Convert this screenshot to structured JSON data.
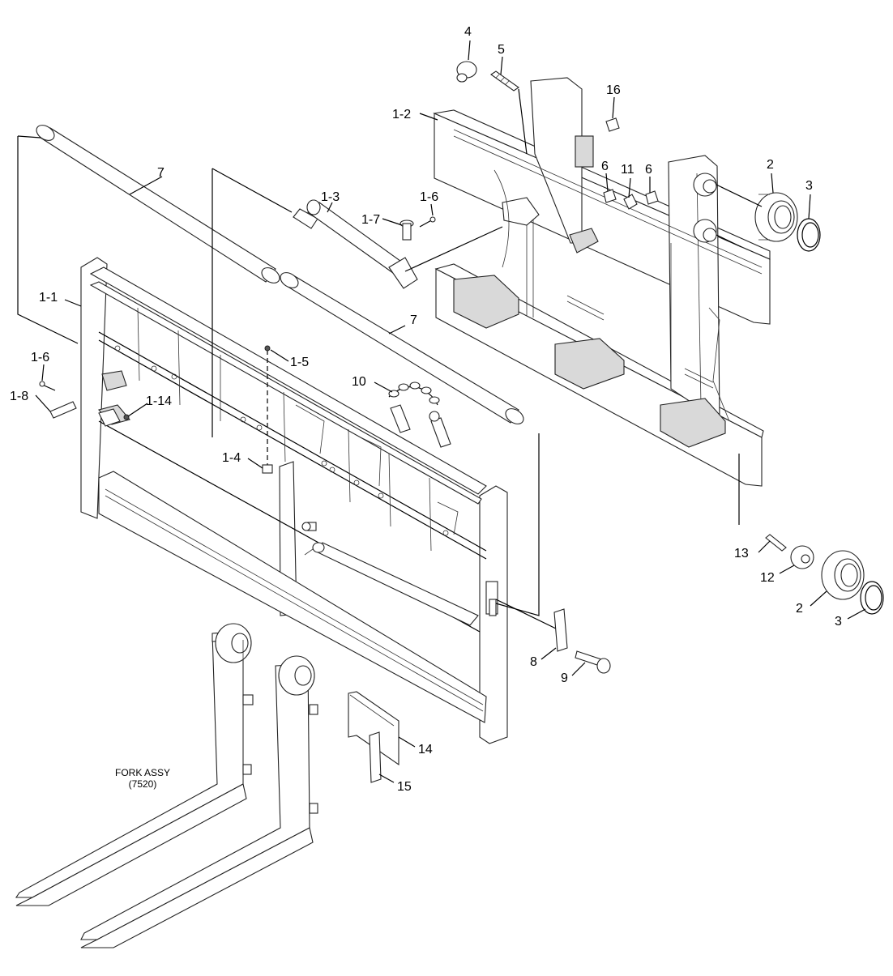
{
  "diagram": {
    "callouts": {
      "c4": "4",
      "c5": "5",
      "c16": "16",
      "c1_2": "1-2",
      "c6a": "6",
      "c11": "11",
      "c6b": "6",
      "c2a": "2",
      "c3a": "3",
      "c7a": "7",
      "c7b": "7",
      "c1_3": "1-3",
      "c1_7": "1-7",
      "c1_6a": "1-6",
      "c1_1": "1-1",
      "c1_6b": "1-6",
      "c1_8": "1-8",
      "c1_14": "1-14",
      "c1_5": "1-5",
      "c1_4": "1-4",
      "c10": "10",
      "c13": "13",
      "c12": "12",
      "c2b": "2",
      "c3b": "3",
      "c8": "8",
      "c9": "9",
      "c14": "14",
      "c15": "15"
    },
    "fork_caption": {
      "line1": "FORK ASSY",
      "line2": "(7520)"
    }
  }
}
